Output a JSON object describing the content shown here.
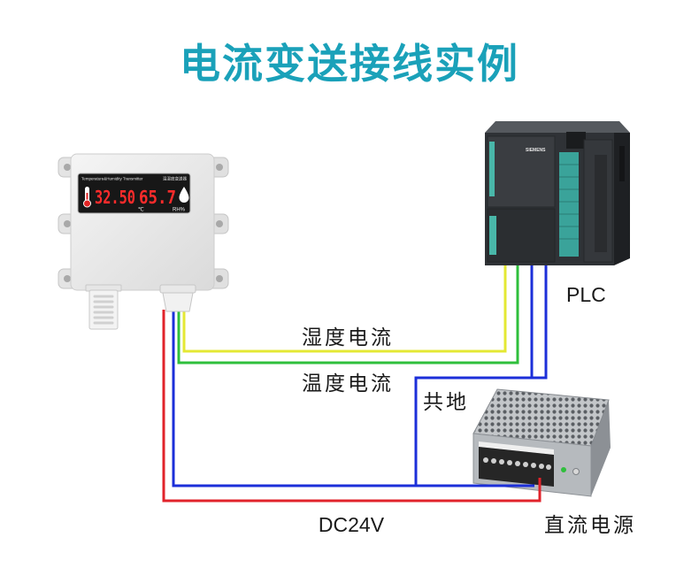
{
  "title": "电流变送接线实例",
  "transmitter": {
    "header_en": "Temperature&Humidity Transmitter",
    "header_cn": "温湿度变送器",
    "display": {
      "temperature": "32.50",
      "humidity": "65.7",
      "temperature_unit": "℃",
      "humidity_unit": "RH%"
    },
    "icons": {
      "temperature": "thermometer-icon",
      "humidity": "droplet-icon"
    }
  },
  "plc": {
    "brand": "SIEMENS",
    "label": "PLC"
  },
  "wires": {
    "humidity_current": {
      "label": "湿度电流",
      "color": "#e4e834"
    },
    "temperature_current": {
      "label": "温度电流",
      "color": "#2fbf3c"
    },
    "common_ground": {
      "label": "共地",
      "color": "#1c2fd9"
    },
    "supply": {
      "label": "DC24V",
      "positive_color": "#e1232b",
      "negative_color": "#1c2fd9"
    }
  },
  "power_supply": {
    "label": "直流电源"
  },
  "colors": {
    "title": "#1aa1b9"
  }
}
